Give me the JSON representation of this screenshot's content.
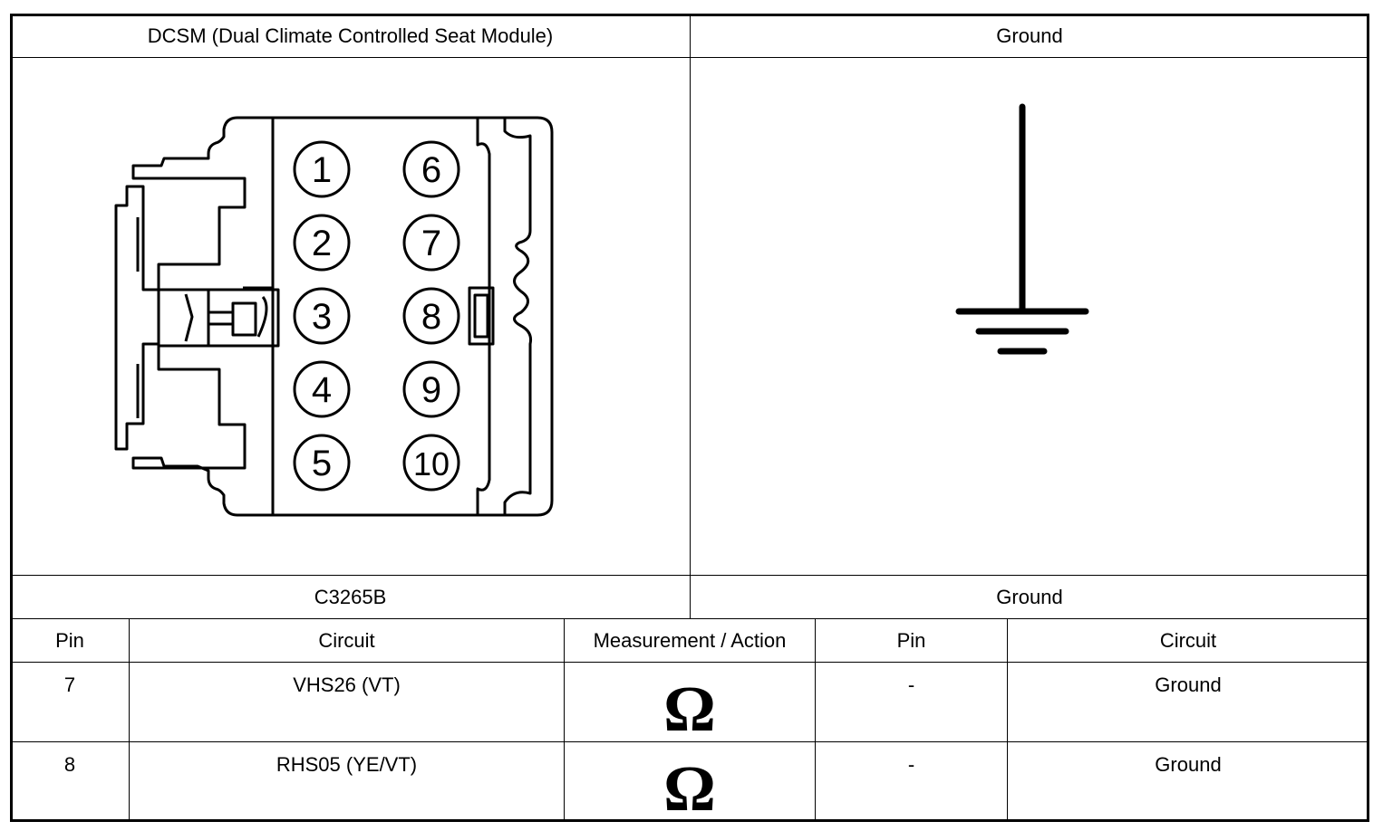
{
  "header": {
    "left_title": "DCSM (Dual Climate Controlled Seat Module)",
    "right_title": "Ground"
  },
  "connector": {
    "pins_left": [
      "1",
      "2",
      "3",
      "4",
      "5"
    ],
    "pins_right": [
      "6",
      "7",
      "8",
      "9",
      "10"
    ]
  },
  "footer": {
    "left_label": "C3265B",
    "right_label": "Ground"
  },
  "table": {
    "columns": [
      "Pin",
      "Circuit",
      "Measurement / Action",
      "Pin",
      "Circuit"
    ],
    "rows": [
      {
        "pin": "7",
        "circuit": "VHS26 (VT)",
        "measurement": "Ω",
        "pin2": "-",
        "circuit2": "Ground"
      },
      {
        "pin": "8",
        "circuit": "RHS05 (YE/VT)",
        "measurement": "Ω",
        "pin2": "-",
        "circuit2": "Ground"
      }
    ]
  }
}
